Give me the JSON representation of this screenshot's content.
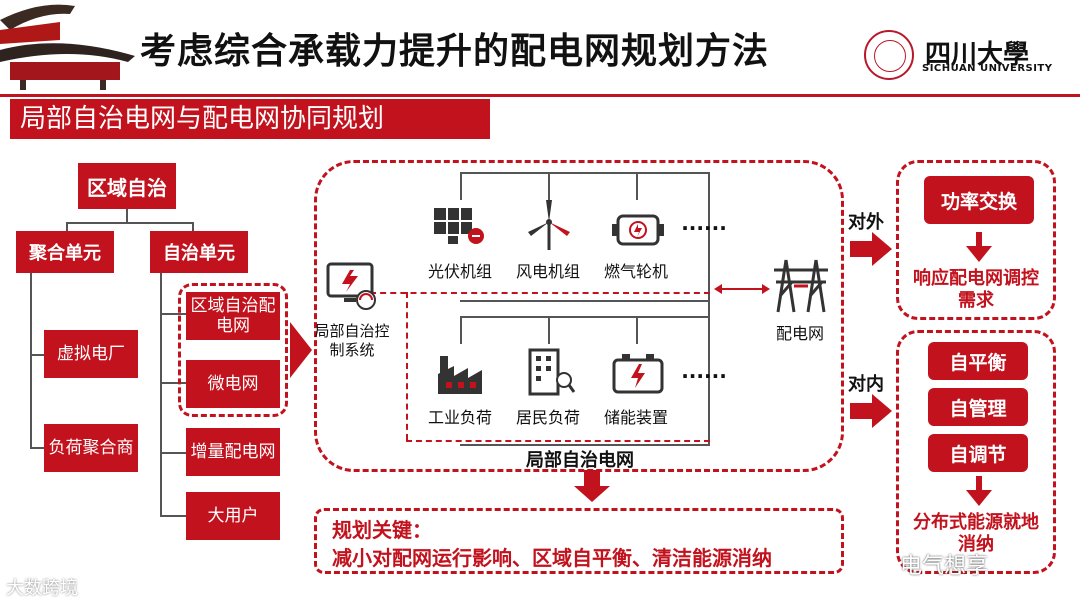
{
  "header": {
    "title": "考虑综合承载力提升的配电网规划方法",
    "university_cn": "四川大學",
    "university_en": "SICHUAN UNIVERSITY"
  },
  "subtitle": "局部自治电网与配电网协同规划",
  "tree": {
    "root": "区域自治",
    "left_branch": "聚合单元",
    "right_branch": "自治单元",
    "left_children": [
      "虚拟电厂",
      "负荷聚合商"
    ],
    "right_children": [
      "区域自治配电网",
      "微电网",
      "增量配电网",
      "大用户"
    ]
  },
  "grid_panel": {
    "controller_label": "局部自治控制系统",
    "sources": [
      "光伏机组",
      "风电机组",
      "燃气轮机"
    ],
    "loads": [
      "工业负荷",
      "居民负荷",
      "储能装置"
    ],
    "ellipsis": "······",
    "footer": "局部自治电网",
    "distribution_label": "配电网"
  },
  "planning": {
    "line1": "规划关键：",
    "line2": "减小对配网运行影响、区域自平衡、清洁能源消纳"
  },
  "external": {
    "arrow_label": "对外",
    "box": "功率交换",
    "result": "响应配电网调控需求"
  },
  "internal": {
    "arrow_label": "对内",
    "boxes": [
      "自平衡",
      "自管理",
      "自调节"
    ],
    "result": "分布式能源就地消纳"
  },
  "watermarks": {
    "left": "大数跨境",
    "right": "电气想享"
  },
  "colors": {
    "accent": "#c2121d"
  }
}
